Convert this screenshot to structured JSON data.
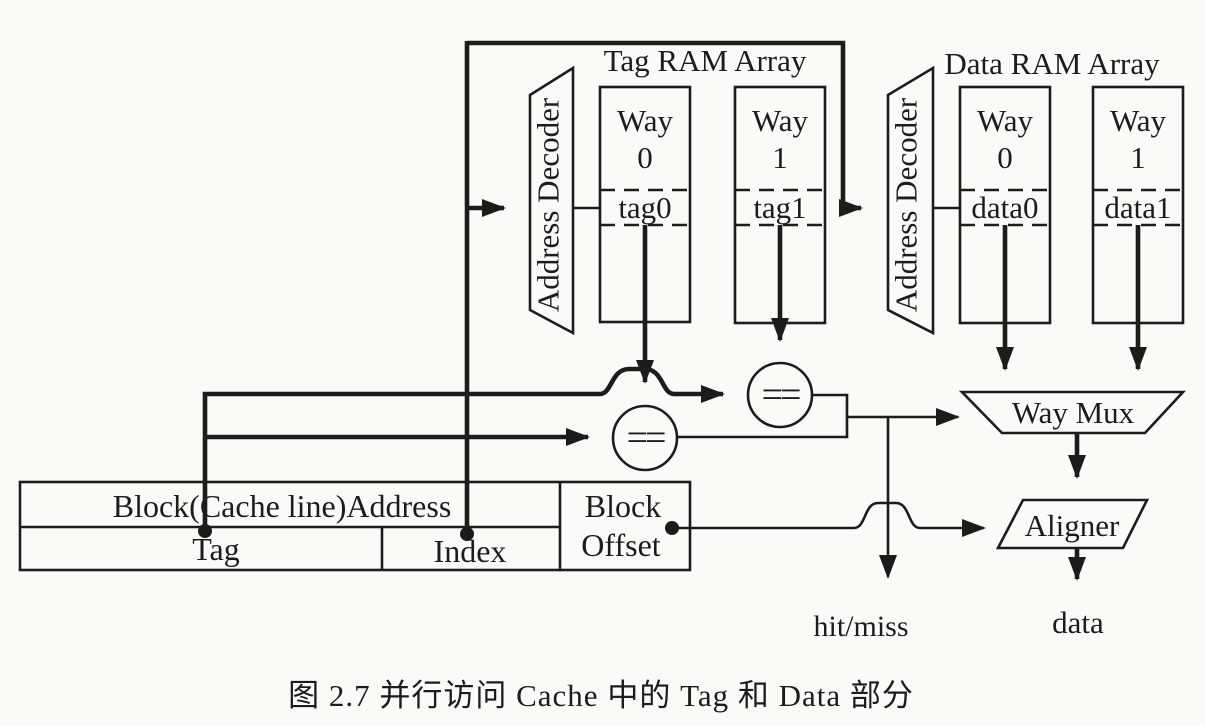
{
  "colors": {
    "ink": "#1c1c1c",
    "paper": "#fbfaf6"
  },
  "tag_array": {
    "title": "Tag RAM Array",
    "decoder_label": "Address Decoder",
    "ways": [
      {
        "name": "Way",
        "index": "0",
        "cell": "tag0"
      },
      {
        "name": "Way",
        "index": "1",
        "cell": "tag1"
      }
    ]
  },
  "data_array": {
    "title": "Data RAM Array",
    "decoder_label": "Address Decoder",
    "ways": [
      {
        "name": "Way",
        "index": "0",
        "cell": "data0"
      },
      {
        "name": "Way",
        "index": "1",
        "cell": "data1"
      }
    ]
  },
  "comparators": {
    "symbol": "=="
  },
  "way_mux": {
    "label": "Way Mux"
  },
  "aligner": {
    "label": "Aligner"
  },
  "outputs": {
    "hit_miss": "hit/miss",
    "data": "data"
  },
  "address_box": {
    "title": "Block(Cache line)Address",
    "tag_field": "Tag",
    "index_field": "Index",
    "block_offset_line1": "Block",
    "block_offset_line2": "Offset"
  },
  "caption": "图 2.7  并行访问 Cache 中的 Tag 和 Data 部分"
}
